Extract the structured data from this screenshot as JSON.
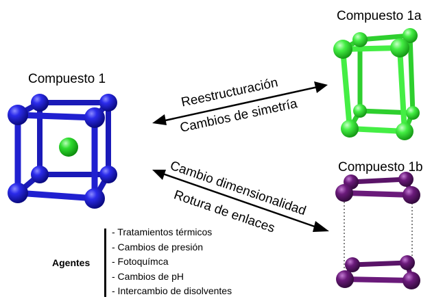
{
  "compounds": {
    "c1": {
      "label": "Compuesto 1",
      "color": "#1a1adb",
      "guest_color": "#33dd33"
    },
    "c1a": {
      "label": "Compuesto 1a",
      "color": "#44ee44"
    },
    "c1b": {
      "label": "Compuesto 1b",
      "color": "#6a1a7a"
    }
  },
  "arrows": {
    "upper": {
      "line1": "Reestructuración",
      "line2": "Cambios de simetría"
    },
    "lower": {
      "line1": "Cambio dimensionalidad",
      "line2": "Rotura de enlaces"
    }
  },
  "agents": {
    "title": "Agentes",
    "items": [
      "- Tratamientos térmicos",
      "- Cambios de presión",
      "- Fotoquímca",
      "- Cambios de pH",
      "- Intercambio de disolventes"
    ]
  }
}
